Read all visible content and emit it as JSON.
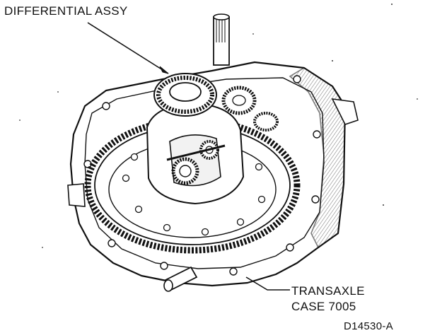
{
  "labels": {
    "differential": "DIFFERENTIAL ASSY",
    "case_line1": "TRANSAXLE",
    "case_line2": "CASE 7005",
    "figure_code": "D14530-A"
  },
  "colors": {
    "ink": "#111111",
    "paper": "#ffffff",
    "shade": "#cfcfcf"
  }
}
